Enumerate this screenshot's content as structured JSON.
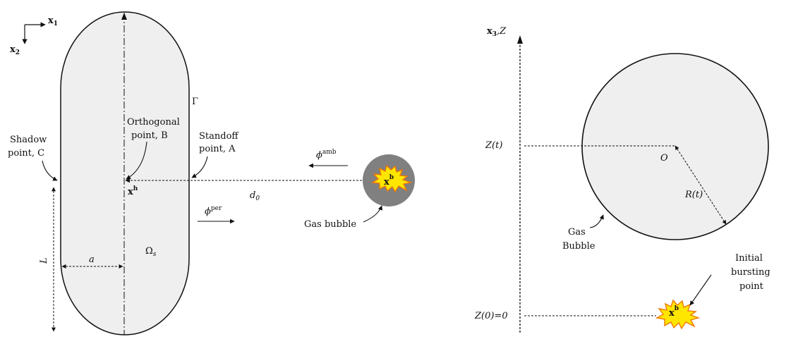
{
  "left_panel": {
    "axis_x1": "x",
    "axis_x1_sub": "1",
    "axis_x2": "x",
    "axis_x2_sub": "2",
    "gamma_label": "Γ",
    "orthogonal_point_line1": "Orthogonal",
    "orthogonal_point_line2": "point, B",
    "standoff_point_line1": "Standoff",
    "standoff_point_line2": "point, A",
    "shadow_point_line1": "Shadow",
    "shadow_point_line2": "point, C",
    "xh_label": "x",
    "xh_sup": "h",
    "d0_label": "d",
    "d0_sub": "0",
    "phi_amb_label": "ϕ",
    "phi_amb_sup": "amb",
    "phi_per_label": "ϕ",
    "phi_per_sup": "per",
    "xb_label": "x",
    "xb_sup": "b",
    "gas_bubble_label": "Gas bubble",
    "a_label": "a",
    "L_label": "L",
    "omega_label": "Ω",
    "omega_sub": "s"
  },
  "right_panel": {
    "axis_label_x": "x",
    "axis_label_sub": "3",
    "axis_label_z": ",Z",
    "zt_label": "Z(t)",
    "z0_label": "Z(0)=0",
    "o_label": "O",
    "rt_label": "R(t)",
    "gas_line1": "Gas",
    "gas_line2": "Bubble",
    "initial_line1": "Initial",
    "initial_line2": "bursting",
    "initial_line3": "point",
    "xb_label": "x",
    "xb_sup": "b"
  },
  "colors": {
    "structure_fill": "#efefef",
    "bubble_fill": "#808080",
    "burst_fill": "#ffe600",
    "burst_stroke": "#f07800",
    "line": "#111111"
  }
}
